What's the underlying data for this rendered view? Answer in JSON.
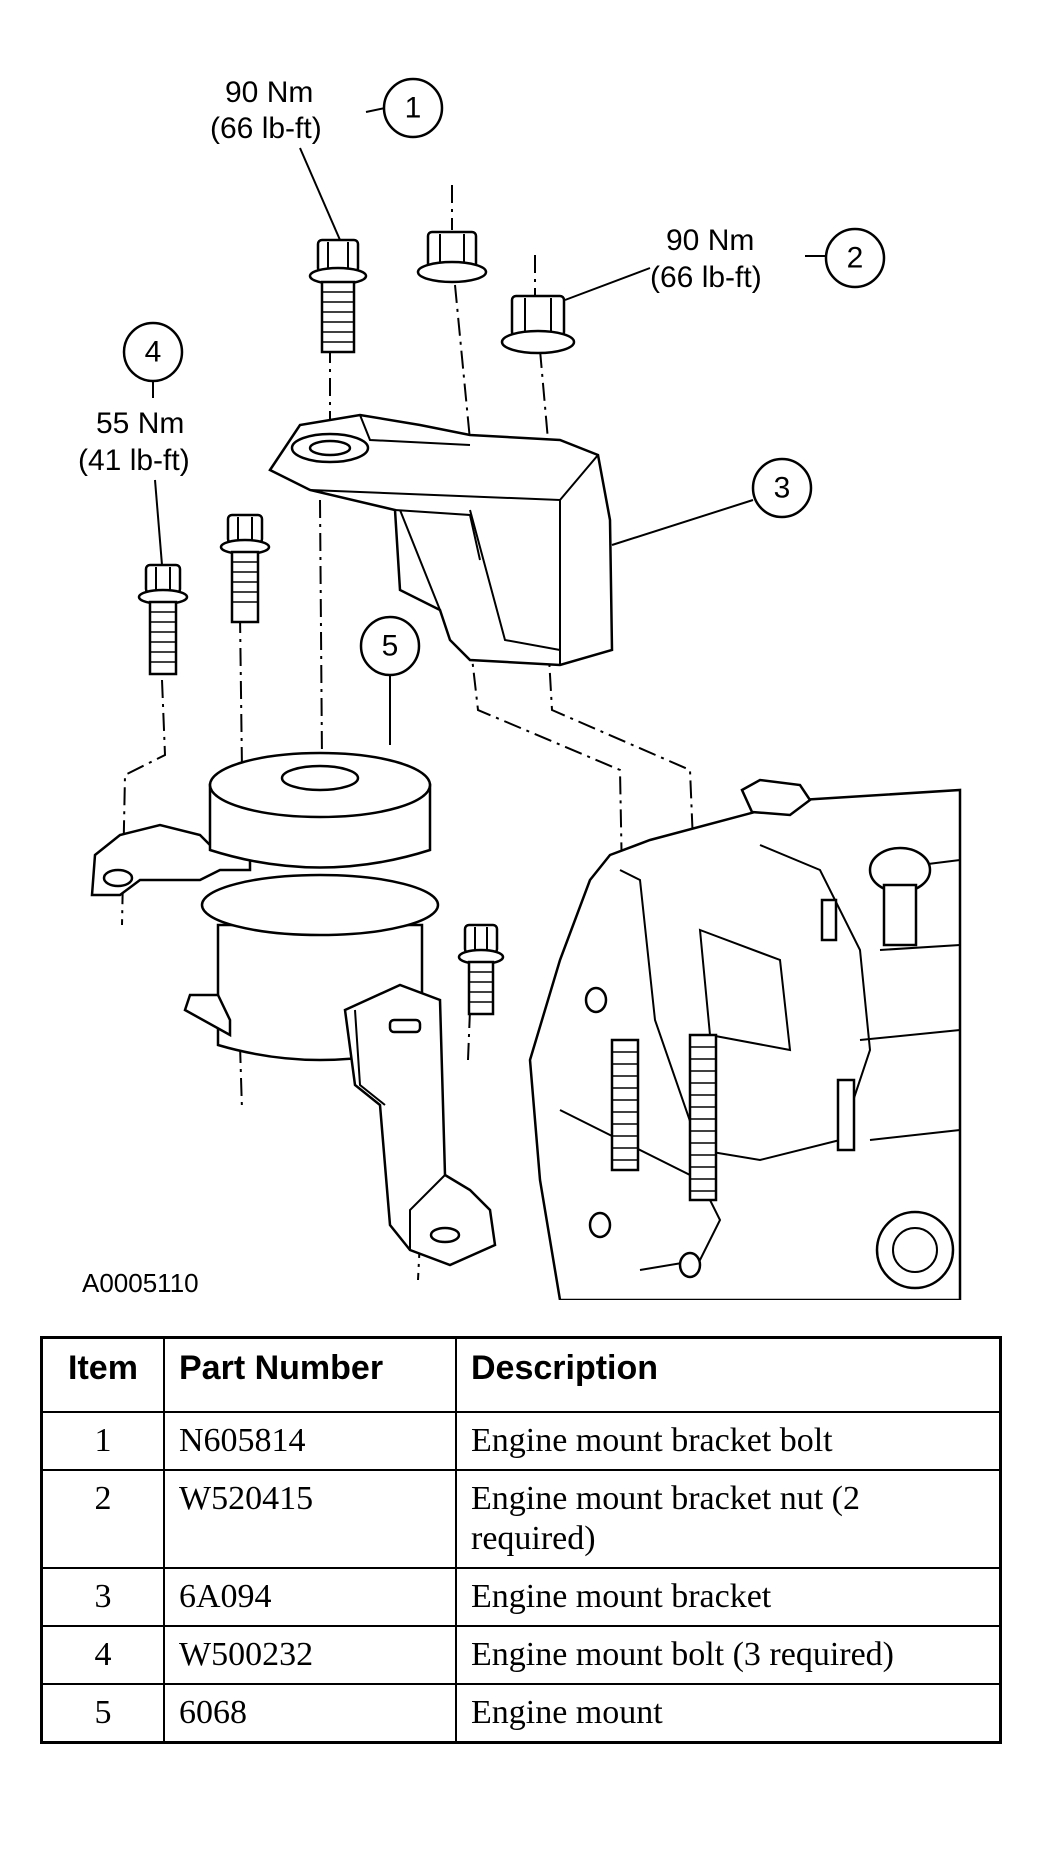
{
  "figure": {
    "id": "A0005110",
    "callouts": [
      {
        "num": "1",
        "torque": "90 Nm",
        "torque_alt": "(66 lb-ft)"
      },
      {
        "num": "2",
        "torque": "90 Nm",
        "torque_alt": "(66 lb-ft)"
      },
      {
        "num": "3"
      },
      {
        "num": "4",
        "torque": "55 Nm",
        "torque_alt": "(41 lb-ft)"
      },
      {
        "num": "5"
      }
    ]
  },
  "table": {
    "headers": [
      "Item",
      "Part Number",
      "Description"
    ],
    "rows": [
      {
        "item": "1",
        "part": "N605814",
        "desc": "Engine mount bracket bolt"
      },
      {
        "item": "2",
        "part": "W520415",
        "desc": "Engine mount bracket nut (2 required)"
      },
      {
        "item": "3",
        "part": "6A094",
        "desc": "Engine mount bracket"
      },
      {
        "item": "4",
        "part": "W500232",
        "desc": "Engine mount bolt (3 required)"
      },
      {
        "item": "5",
        "part": "6068",
        "desc": "Engine mount"
      }
    ]
  }
}
